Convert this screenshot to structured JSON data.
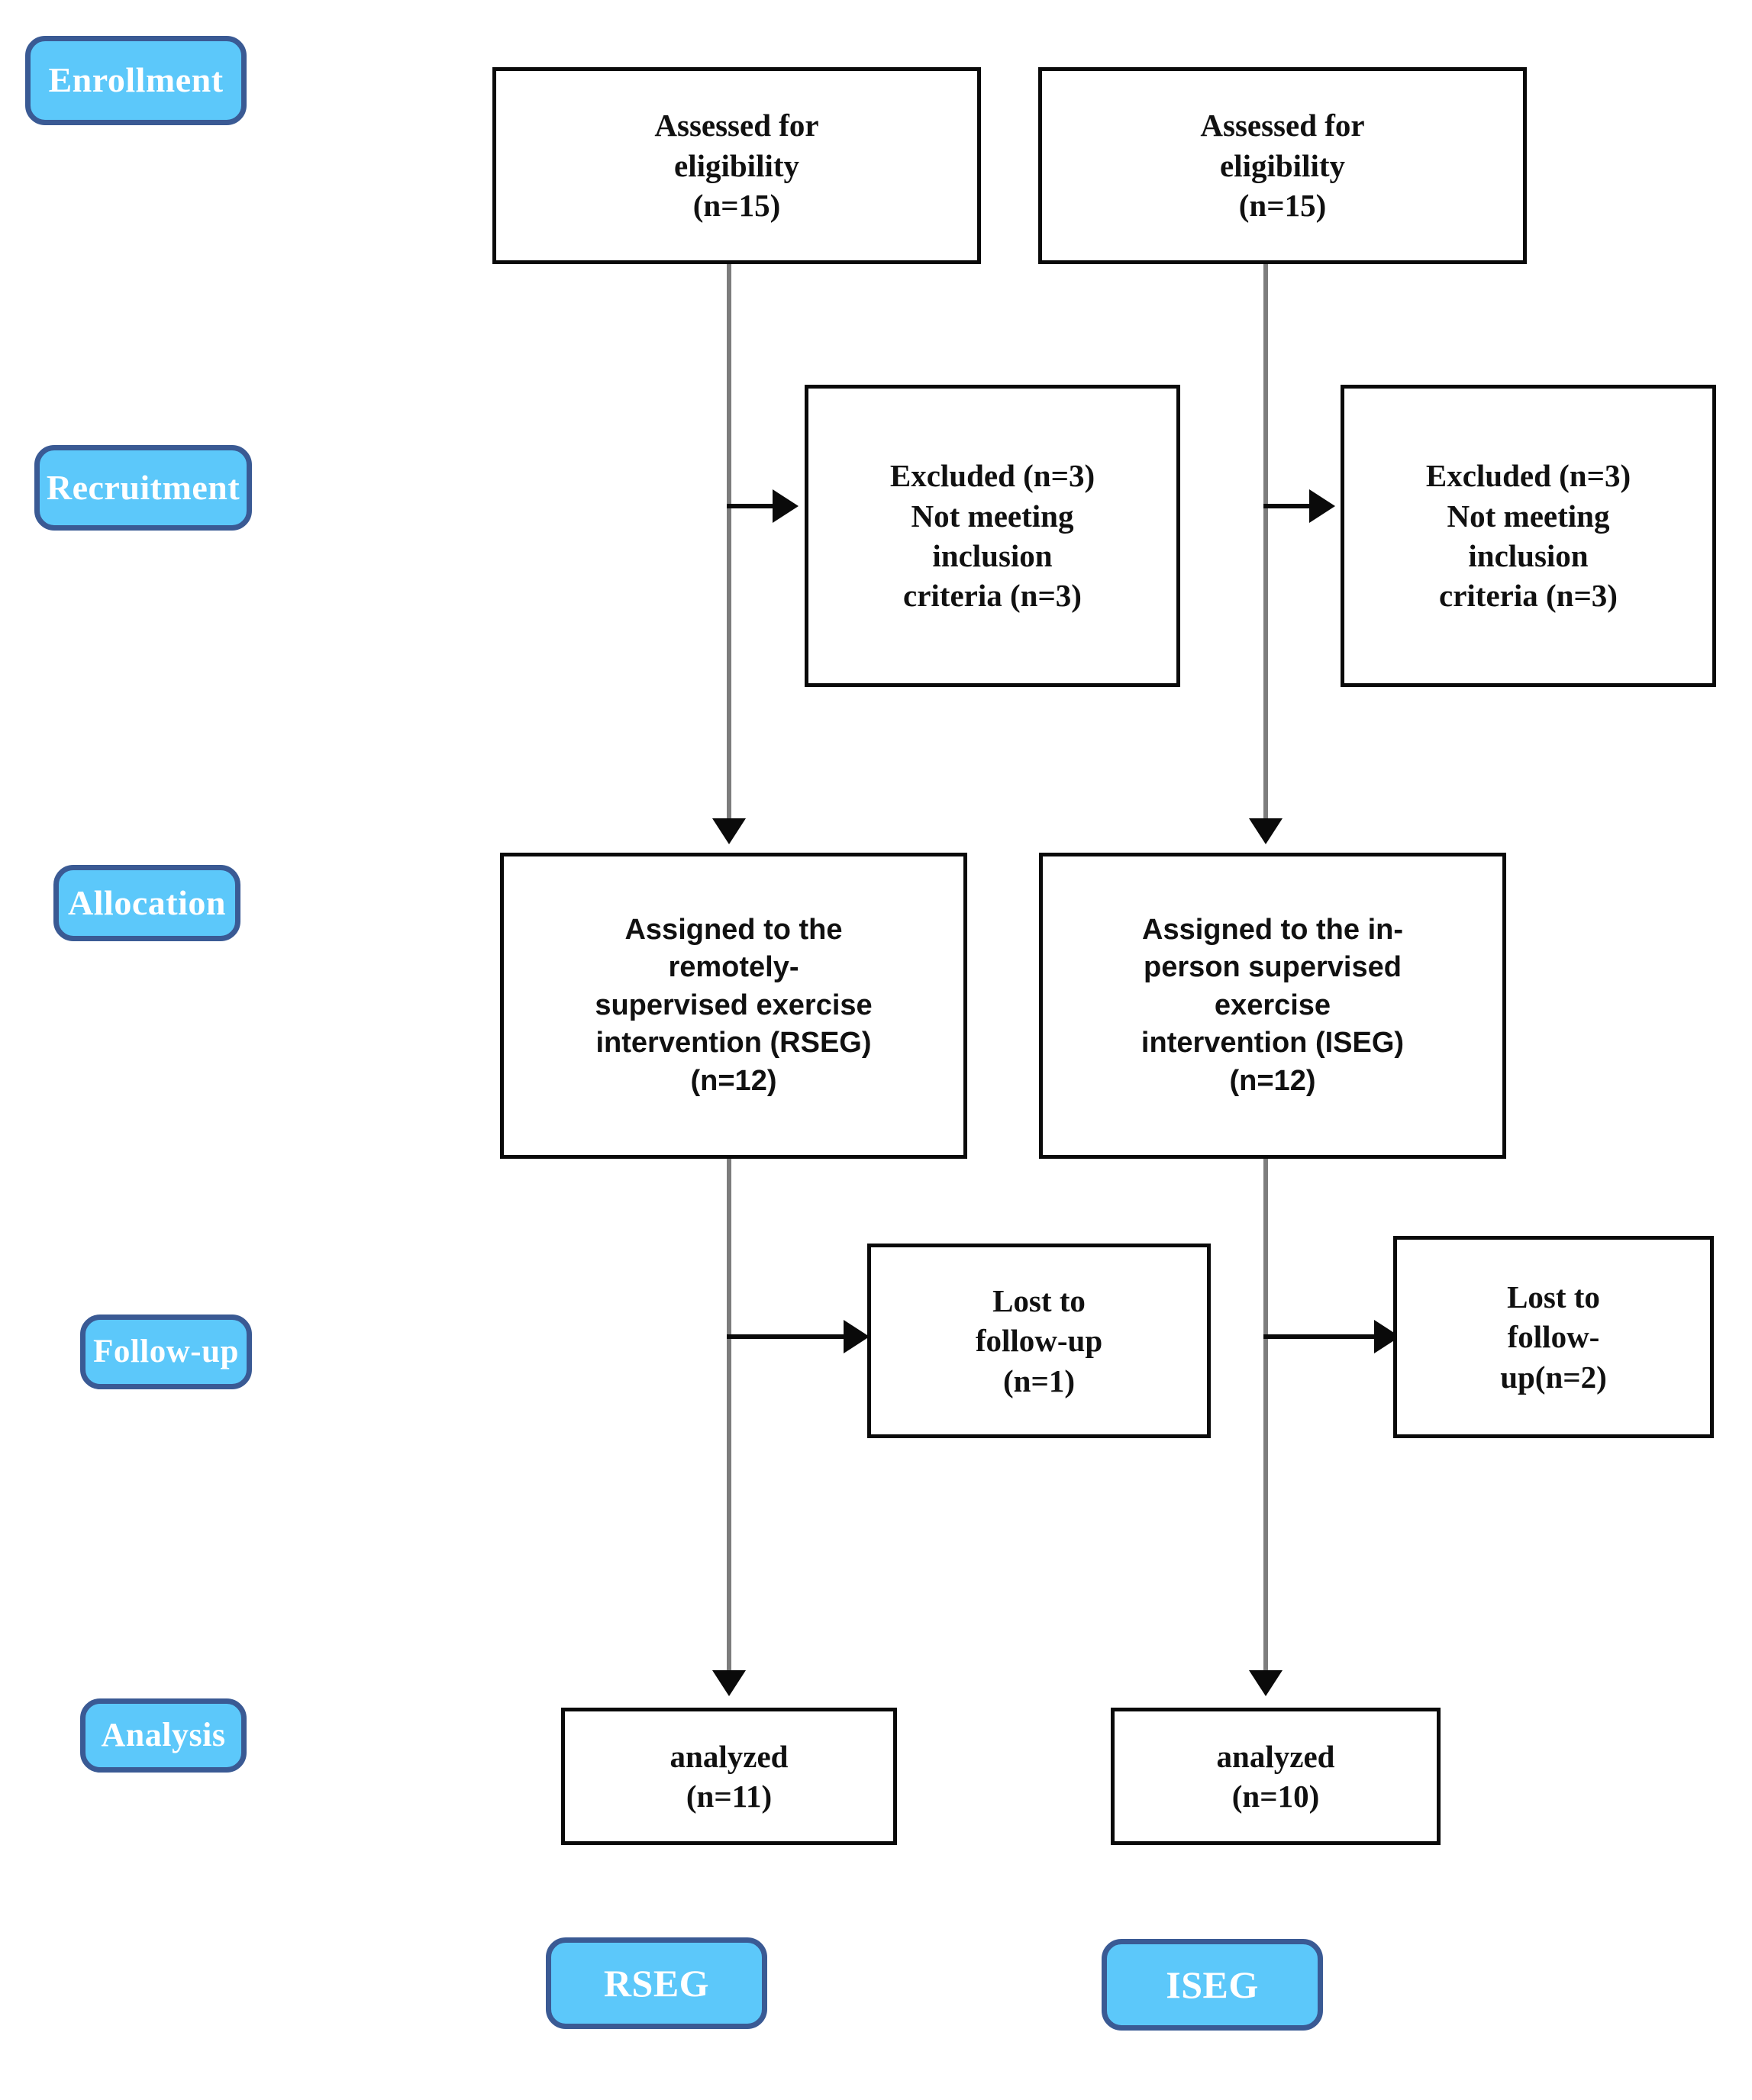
{
  "diagram": {
    "title": "CONSORT participant flow diagram",
    "colors": {
      "badge_fill": "#5CC8FA",
      "badge_border": "#3A5A94",
      "badge_text": "#FFFFFF",
      "box_border": "#0A0A0A",
      "box_fill": "#FFFFFF",
      "connector_vertical": "#7D7D7D",
      "connector_arrow": "#0A0A0A",
      "page_background": "#FFFFFF"
    }
  },
  "stages": [
    {
      "id": "enrollment",
      "label": "Enrollment"
    },
    {
      "id": "recruitment",
      "label": "Recruitment"
    },
    {
      "id": "allocation",
      "label": "Allocation"
    },
    {
      "id": "followup",
      "label": "Follow-up"
    },
    {
      "id": "analysis",
      "label": "Analysis"
    }
  ],
  "arms": {
    "left": {
      "code": "RSEG",
      "name": "remotely-supervised exercise group"
    },
    "right": {
      "code": "ISEG",
      "name": "in-person supervised exercise group"
    }
  },
  "boxes": {
    "enrollment_left": {
      "text": "Assessed for\neligibility\n(n=15)",
      "n": 15
    },
    "enrollment_right": {
      "text": "Assessed for\neligibility\n(n=15)",
      "n": 15
    },
    "excluded_left": {
      "text": "Excluded (n=3)\nNot meeting\ninclusion\ncriteria (n=3)",
      "n": 3
    },
    "excluded_right": {
      "text": "Excluded (n=3)\nNot meeting\ninclusion\ncriteria (n=3)",
      "n": 3
    },
    "allocation_left": {
      "text": "Assigned to the\nremotely-\nsupervised exercise\nintervention (RSEG)\n(n=12)",
      "n": 12
    },
    "allocation_right": {
      "text": "Assigned to the in-\nperson supervised\nexercise\nintervention (ISEG)\n(n=12)",
      "n": 12
    },
    "lost_left": {
      "text": "Lost to\nfollow-up\n(n=1)",
      "n": 1
    },
    "lost_right": {
      "text": "Lost to\nfollow-\nup(n=2)",
      "n": 2
    },
    "analysis_left": {
      "text": "analyzed\n(n=11)",
      "n": 11
    },
    "analysis_right": {
      "text": "analyzed\n(n=10)",
      "n": 10
    }
  },
  "group_labels": {
    "left": "RSEG",
    "right": "ISEG"
  }
}
